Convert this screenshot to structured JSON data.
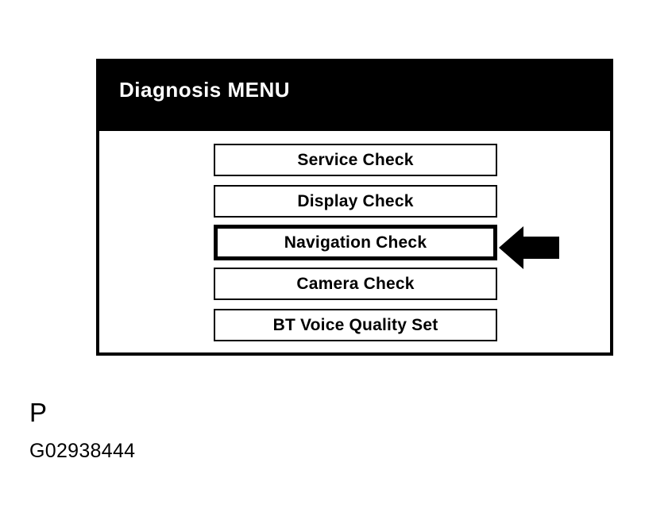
{
  "device": {
    "title": "Diagnosis MENU",
    "title_color": "#ffffff",
    "titlebar_color": "#000000",
    "panel_border_color": "#000000",
    "panel_background": "#ffffff"
  },
  "menu": {
    "items": [
      {
        "label": "Service Check",
        "selected": false
      },
      {
        "label": "Display Check",
        "selected": false
      },
      {
        "label": "Navigation Check",
        "selected": true
      },
      {
        "label": "Camera Check",
        "selected": false
      },
      {
        "label": "BT Voice Quality Set",
        "selected": false
      }
    ]
  },
  "annotation": {
    "arrow_icon": "arrow-left-icon",
    "arrow_color": "#000000",
    "points_at": "Navigation Check"
  },
  "caption": {
    "label": "P",
    "figure_code": "G02938444"
  }
}
